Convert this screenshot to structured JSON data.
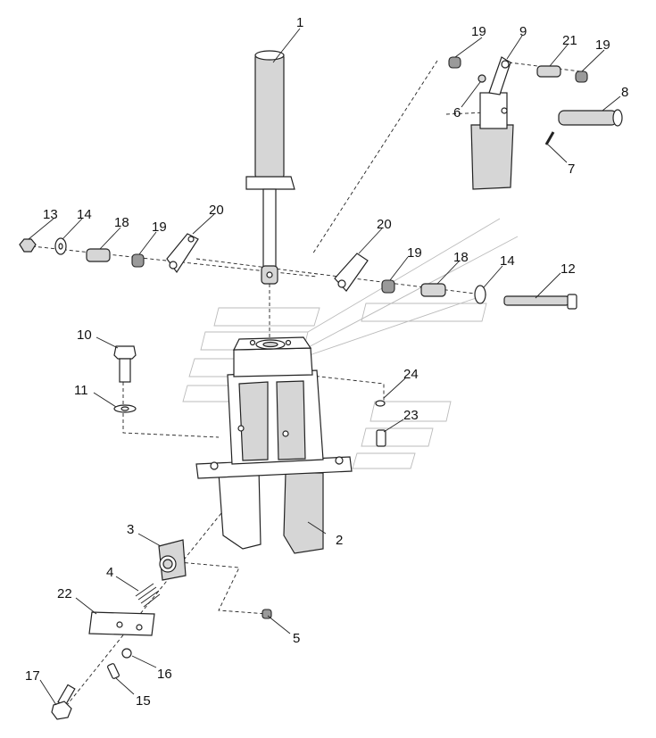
{
  "callouts": [
    {
      "id": "c1",
      "text": "1"
    },
    {
      "id": "c2",
      "text": "2"
    },
    {
      "id": "c3",
      "text": "3"
    },
    {
      "id": "c4",
      "text": "4"
    },
    {
      "id": "c5",
      "text": "5"
    },
    {
      "id": "c6",
      "text": "6"
    },
    {
      "id": "c7",
      "text": "7"
    },
    {
      "id": "c8",
      "text": "8"
    },
    {
      "id": "c9",
      "text": "9"
    },
    {
      "id": "c10",
      "text": "10"
    },
    {
      "id": "c11",
      "text": "11"
    },
    {
      "id": "c12",
      "text": "12"
    },
    {
      "id": "c13",
      "text": "13"
    },
    {
      "id": "c14a",
      "text": "14"
    },
    {
      "id": "c14b",
      "text": "14"
    },
    {
      "id": "c15",
      "text": "15"
    },
    {
      "id": "c16",
      "text": "16"
    },
    {
      "id": "c17",
      "text": "17"
    },
    {
      "id": "c18a",
      "text": "18"
    },
    {
      "id": "c18b",
      "text": "18"
    },
    {
      "id": "c19a",
      "text": "19"
    },
    {
      "id": "c19b",
      "text": "19"
    },
    {
      "id": "c19c",
      "text": "19"
    },
    {
      "id": "c19d",
      "text": "19"
    },
    {
      "id": "c20a",
      "text": "20"
    },
    {
      "id": "c20b",
      "text": "20"
    },
    {
      "id": "c21",
      "text": "21"
    },
    {
      "id": "c22",
      "text": "22"
    },
    {
      "id": "c23",
      "text": "23"
    },
    {
      "id": "c24",
      "text": "24"
    }
  ]
}
